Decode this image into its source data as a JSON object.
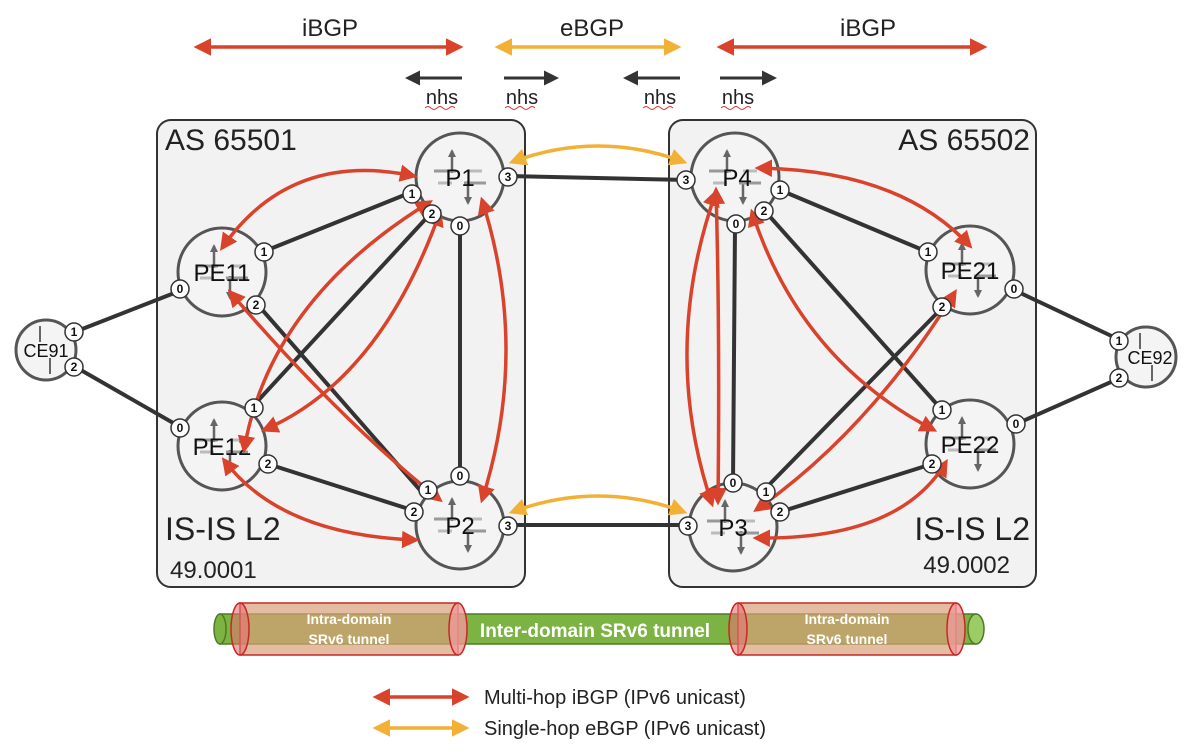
{
  "top": {
    "left_ibgp": "iBGP",
    "ebgp": "eBGP",
    "right_ibgp": "iBGP",
    "nhs": [
      "nhs",
      "nhs",
      "nhs",
      "nhs"
    ]
  },
  "domains": [
    {
      "as": "AS 65501",
      "igp": "IS-IS L2",
      "area": "49.0001"
    },
    {
      "as": "AS 65502",
      "igp": "IS-IS L2",
      "area": "49.0002"
    }
  ],
  "routers": {
    "p1": "P1",
    "p2": "P2",
    "pe11": "PE11",
    "pe12": "PE12",
    "p4": "P4",
    "p3": "P3",
    "pe21": "PE21",
    "pe22": "PE22",
    "ce91": "CE91",
    "ce92": "CE92"
  },
  "ports": {
    "p1": [
      "3",
      "1",
      "2",
      "0"
    ],
    "p2": [
      "0",
      "1",
      "2",
      "3"
    ],
    "pe11": [
      "1",
      "0",
      "2"
    ],
    "pe12": [
      "1",
      "0",
      "2"
    ],
    "p4": [
      "3",
      "1",
      "2",
      "0"
    ],
    "p3": [
      "0",
      "1",
      "2",
      "3"
    ],
    "pe21": [
      "1",
      "0",
      "2"
    ],
    "pe22": [
      "1",
      "0",
      "2"
    ],
    "ce91": [
      "1",
      "2"
    ],
    "ce92": [
      "1",
      "2"
    ]
  },
  "tunnels": {
    "intra_left": [
      "Intra-domain",
      "SRv6 tunnel"
    ],
    "inter": "Inter-domain SRv6 tunnel",
    "intra_right": [
      "Intra-domain",
      "SRv6 tunnel"
    ]
  },
  "legend": {
    "multihop": "Multi-hop iBGP (IPv6 unicast)",
    "singlehop": "Single-hop eBGP (IPv6 unicast)"
  },
  "colors": {
    "ibgp": "#d9432b",
    "ebgp": "#f2b134",
    "nhs_arrow": "#333333",
    "link": "#333333",
    "domain_fill": "#f2f2f2",
    "inter_tunnel": "#7cb342",
    "intra_tunnel": "#ef9a9a"
  },
  "icons": {
    "router": "router-icon"
  }
}
